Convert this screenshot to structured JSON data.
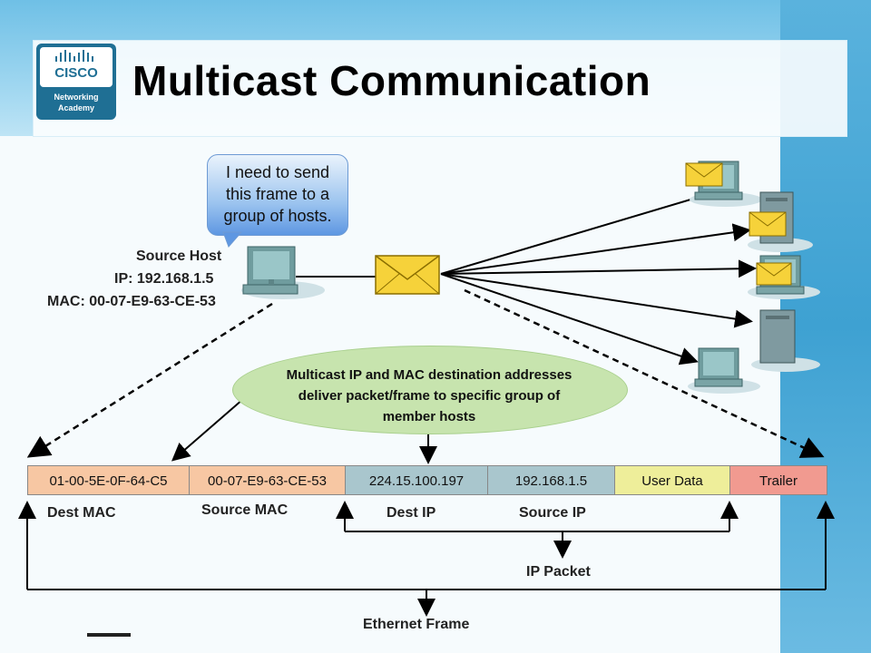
{
  "header": {
    "title": "Multicast Communication",
    "logo": {
      "brand": "CISCO",
      "line1": "Networking",
      "line2": "Academy"
    }
  },
  "bubble": {
    "text": "I need to send this frame to a group of hosts."
  },
  "source_host": {
    "label": "Source Host",
    "ip": "IP: 192.168.1.5",
    "mac": "MAC: 00-07-E9-63-CE-53"
  },
  "ellipse": {
    "text": "Multicast IP and MAC destination addresses deliver packet/frame to specific group of member hosts"
  },
  "frame": {
    "fields": [
      {
        "value": "01-00-5E-0F-64-C5",
        "color": "#f7c7a3"
      },
      {
        "value": "00-07-E9-63-CE-53",
        "color": "#f7c7a3"
      },
      {
        "value": "224.15.100.197",
        "color": "#a9c6cd"
      },
      {
        "value": "192.168.1.5",
        "color": "#a9c6cd"
      },
      {
        "value": "User Data",
        "color": "#eeee9a"
      },
      {
        "value": "Trailer",
        "color": "#f19a90"
      }
    ],
    "labels": {
      "dest_mac": "Dest MAC",
      "source_mac": "Source MAC",
      "dest_ip": "Dest IP",
      "source_ip": "Source IP",
      "ip_packet": "IP Packet",
      "ethernet_frame": "Ethernet Frame"
    }
  },
  "colors": {
    "envelope": "#f6d23a",
    "monitor": "#8fb7b7",
    "server": "#7f9aa0"
  }
}
